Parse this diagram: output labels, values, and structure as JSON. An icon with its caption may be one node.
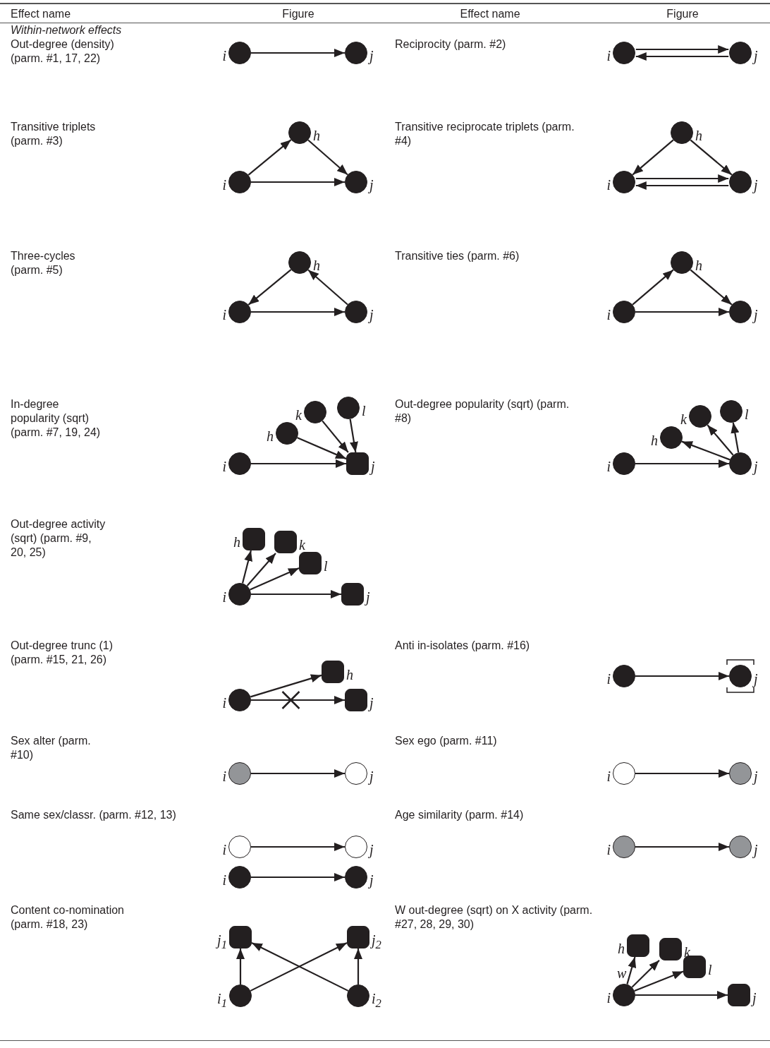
{
  "diagram": {
    "nodes": [
      {
        "text": [],
        "shape": "circle",
        "beside": [
          "i"
        ]
      },
      {
        "text": [],
        "shape": "circle",
        "beside": [
          "j"
        ]
      },
      {
        "text": [],
        "shape": "circle",
        "beside": [
          "i"
        ]
      },
      {
        "text": [],
        "shape": "circle",
        "beside": [
          "j"
        ]
      },
      {
        "text": [],
        "shape": "circle",
        "beside": [
          "h"
        ]
      },
      {
        "text": [],
        "shape": "circle",
        "beside": [
          "i"
        ]
      },
      {
        "text": [],
        "shape": "circle",
        "beside": [
          "j"
        ]
      },
      {
        "text": [],
        "shape": "circle",
        "beside": [
          "h"
        ]
      },
      {
        "text": [],
        "shape": "circle",
        "beside": [
          "i"
        ]
      },
      {
        "text": [],
        "shape": "circle",
        "beside": [
          "j"
        ]
      },
      {
        "text": [],
        "shape": "circle",
        "beside": [
          "h"
        ]
      },
      {
        "text": [],
        "shape": "circle",
        "beside": [
          "i"
        ]
      },
      {
        "text": [],
        "shape": "circle",
        "beside": [
          "j"
        ]
      },
      {
        "text": [],
        "shape": "circle",
        "beside": [
          "h"
        ]
      },
      {
        "text": [],
        "shape": "circle",
        "beside": [
          "i"
        ]
      },
      {
        "text": [],
        "shape": "circle",
        "beside": [
          "j"
        ]
      },
      {
        "text": [],
        "shape": "circle",
        "beside": [
          "k"
        ]
      },
      {
        "text": [],
        "shape": "circle",
        "beside": [
          "l"
        ]
      },
      {
        "text": [],
        "shape": "circle",
        "beside": [
          "h"
        ]
      },
      {
        "text": [],
        "shape": "circle",
        "beside": [
          "i"
        ]
      },
      {
        "text": [],
        "shape": "box",
        "beside": [
          "j"
        ]
      },
      {
        "text": [],
        "shape": "circle",
        "beside": [
          "k"
        ]
      },
      {
        "text": [],
        "shape": "circle",
        "beside": [
          "l"
        ]
      },
      {
        "text": [],
        "shape": "circle",
        "beside": [
          "h"
        ]
      },
      {
        "text": [],
        "shape": "circle",
        "beside": [
          "i"
        ]
      },
      {
        "text": [],
        "shape": "circle",
        "beside": [
          "j"
        ]
      },
      {
        "text": [],
        "shape": "box",
        "beside": [
          "h"
        ]
      },
      {
        "text": [],
        "shape": "box",
        "beside": [
          "k"
        ]
      },
      {
        "text": [],
        "shape": "box",
        "beside": [
          "l"
        ]
      },
      {
        "text": [],
        "shape": "circle",
        "beside": [
          "i"
        ]
      },
      {
        "text": [],
        "shape": "box",
        "beside": [
          "j"
        ]
      },
      {
        "text": [],
        "shape": "box",
        "beside": [
          "h"
        ]
      },
      {
        "text": [],
        "shape": "circle",
        "beside": [
          "i"
        ]
      },
      {
        "text": [],
        "shape": "box",
        "beside": [
          "j"
        ]
      },
      {
        "text": [],
        "shape": "circle",
        "beside": [
          "i"
        ]
      },
      {
        "text": [],
        "shape": "circle",
        "beside": [
          "j"
        ]
      },
      {
        "text": [],
        "shape": "circle",
        "beside": [
          "i"
        ]
      },
      {
        "text": [],
        "shape": "circle",
        "beside": [
          "j"
        ]
      },
      {
        "text": [],
        "shape": "circle",
        "beside": [
          "i"
        ]
      },
      {
        "text": [],
        "shape": "circle",
        "beside": [
          "j"
        ]
      },
      {
        "text": [],
        "shape": "circle",
        "beside": [
          "i"
        ]
      },
      {
        "text": [],
        "shape": "circle",
        "beside": [
          "j"
        ]
      },
      {
        "text": [],
        "shape": "circle",
        "beside": [
          "i"
        ]
      },
      {
        "text": [],
        "shape": "circle",
        "beside": [
          "j"
        ]
      },
      {
        "text": [],
        "shape": "circle",
        "beside": [
          "i"
        ]
      },
      {
        "text": [],
        "shape": "circle",
        "beside": [
          "j"
        ]
      },
      {
        "text": [],
        "shape": "box",
        "beside": [
          "j$_{1}$"
        ]
      },
      {
        "text": [],
        "shape": "box",
        "beside": [
          "j$_{2}$"
        ]
      },
      {
        "text": [],
        "shape": "circle",
        "beside": [
          "i$_{1}$"
        ]
      },
      {
        "text": [],
        "shape": "circle",
        "beside": [
          "i$_{2}$"
        ]
      },
      {
        "text": [],
        "shape": "box",
        "beside": [
          "h"
        ]
      },
      {
        "text": [],
        "shape": "box",
        "beside": [
          "k"
        ]
      },
      {
        "text": [],
        "shape": "box",
        "beside": [
          "l"
        ]
      },
      {
        "text": [],
        "shape": "circle",
        "beside": [
          "i"
        ]
      },
      {
        "text": [],
        "shape": "box",
        "beside": [
          "j"
        ]
      }
    ],
    "edges": [
      {
        "from": 0,
        "to": 1,
        "arrow": "to"
      },
      {
        "from": 2,
        "to": 3,
        "arrow": "to"
      },
      {
        "from": 3,
        "to": 2,
        "arrow": "to"
      },
      {
        "from": 5,
        "to": 4,
        "arrow": "to"
      },
      {
        "from": 4,
        "to": 6,
        "arrow": "to"
      },
      {
        "from": 5,
        "to": 6,
        "arrow": "to"
      },
      {
        "from": 7,
        "to": 8,
        "arrow": "to"
      },
      {
        "from": 7,
        "to": 9,
        "arrow": "to"
      },
      {
        "from": 8,
        "to": 9,
        "arrow": "to"
      },
      {
        "from": 9,
        "to": 8,
        "arrow": "to"
      },
      {
        "from": 10,
        "to": 11,
        "arrow": "to"
      },
      {
        "from": 12,
        "to": 10,
        "arrow": "to"
      },
      {
        "from": 11,
        "to": 12,
        "arrow": "to"
      },
      {
        "from": 14,
        "to": 13,
        "arrow": "to"
      },
      {
        "from": 13,
        "to": 15,
        "arrow": "to"
      },
      {
        "from": 14,
        "to": 15,
        "arrow": "to"
      },
      {
        "from": 19,
        "to": 20,
        "arrow": "to"
      },
      {
        "from": 18,
        "to": 20,
        "arrow": "to"
      },
      {
        "from": 16,
        "to": 20,
        "arrow": "to"
      },
      {
        "from": 17,
        "to": 20,
        "arrow": "to"
      },
      {
        "from": 24,
        "to": 25,
        "arrow": "to"
      },
      {
        "from": 25,
        "to": 23,
        "arrow": "to"
      },
      {
        "from": 25,
        "to": 21,
        "arrow": "to"
      },
      {
        "from": 25,
        "to": 22,
        "arrow": "to"
      },
      {
        "from": 29,
        "to": 26,
        "arrow": "to"
      },
      {
        "from": 29,
        "to": 27,
        "arrow": "to"
      },
      {
        "from": 29,
        "to": 28,
        "arrow": "to"
      },
      {
        "from": 29,
        "to": 30,
        "arrow": "to"
      },
      {
        "from": 32,
        "to": 31,
        "arrow": "to"
      },
      {
        "from": 32,
        "to": 33,
        "arrow": "to"
      },
      {
        "from": 34,
        "to": 35,
        "arrow": "to"
      },
      {
        "from": 36,
        "to": 37,
        "arrow": "to"
      },
      {
        "from": 38,
        "to": 39,
        "arrow": "to"
      },
      {
        "from": 40,
        "to": 41,
        "arrow": "to"
      },
      {
        "from": 42,
        "to": 43,
        "arrow": "to"
      },
      {
        "from": 44,
        "to": 45,
        "arrow": "to"
      },
      {
        "from": 48,
        "to": 46,
        "arrow": "to"
      },
      {
        "from": 48,
        "to": 47,
        "arrow": "to"
      },
      {
        "from": 49,
        "to": 46,
        "arrow": "to"
      },
      {
        "from": 49,
        "to": 47,
        "arrow": "to"
      },
      {
        "from": 53,
        "to": 50,
        "arrow": "to",
        "label": "w"
      },
      {
        "from": 53,
        "to": 51,
        "arrow": "to"
      },
      {
        "from": 53,
        "to": 52,
        "arrow": "to"
      },
      {
        "from": 53,
        "to": 54,
        "arrow": "to"
      }
    ],
    "labels": [
      "Effect name",
      "Figure",
      "Effect name",
      "Figure",
      "Within-network effects",
      "Out-degree (density) (parm. #1, 17, 22)",
      "Reciprocity (parm. #2)",
      "Transitive triplets (parm. #3)",
      "Transitive reciprocate triplets (parm. #4)",
      "Three-cycles (parm. #5)",
      "Transitive ties (parm. #6)",
      "In-degree popularity (sqrt) (parm. #7, 19, 24)",
      "Out-degree popularity (sqrt) (parm. #8)",
      "Out-degree activity (sqrt) (parm. #9, 20, 25)",
      "Out-degree trunc (1) (parm. #15, 21, 26)",
      "Anti in-isolates (parm. #16)",
      "Sex alter (parm. #10)",
      "Sex ego (parm. #11)",
      "Same sex/classr. (parm. #12, 13)",
      "Age similarity (parm. #14)",
      "Content co-nomination (parm. #18, 23)",
      "W out-degree (sqrt) on X activity (parm. #27, 28, 29, 30)"
    ]
  }
}
